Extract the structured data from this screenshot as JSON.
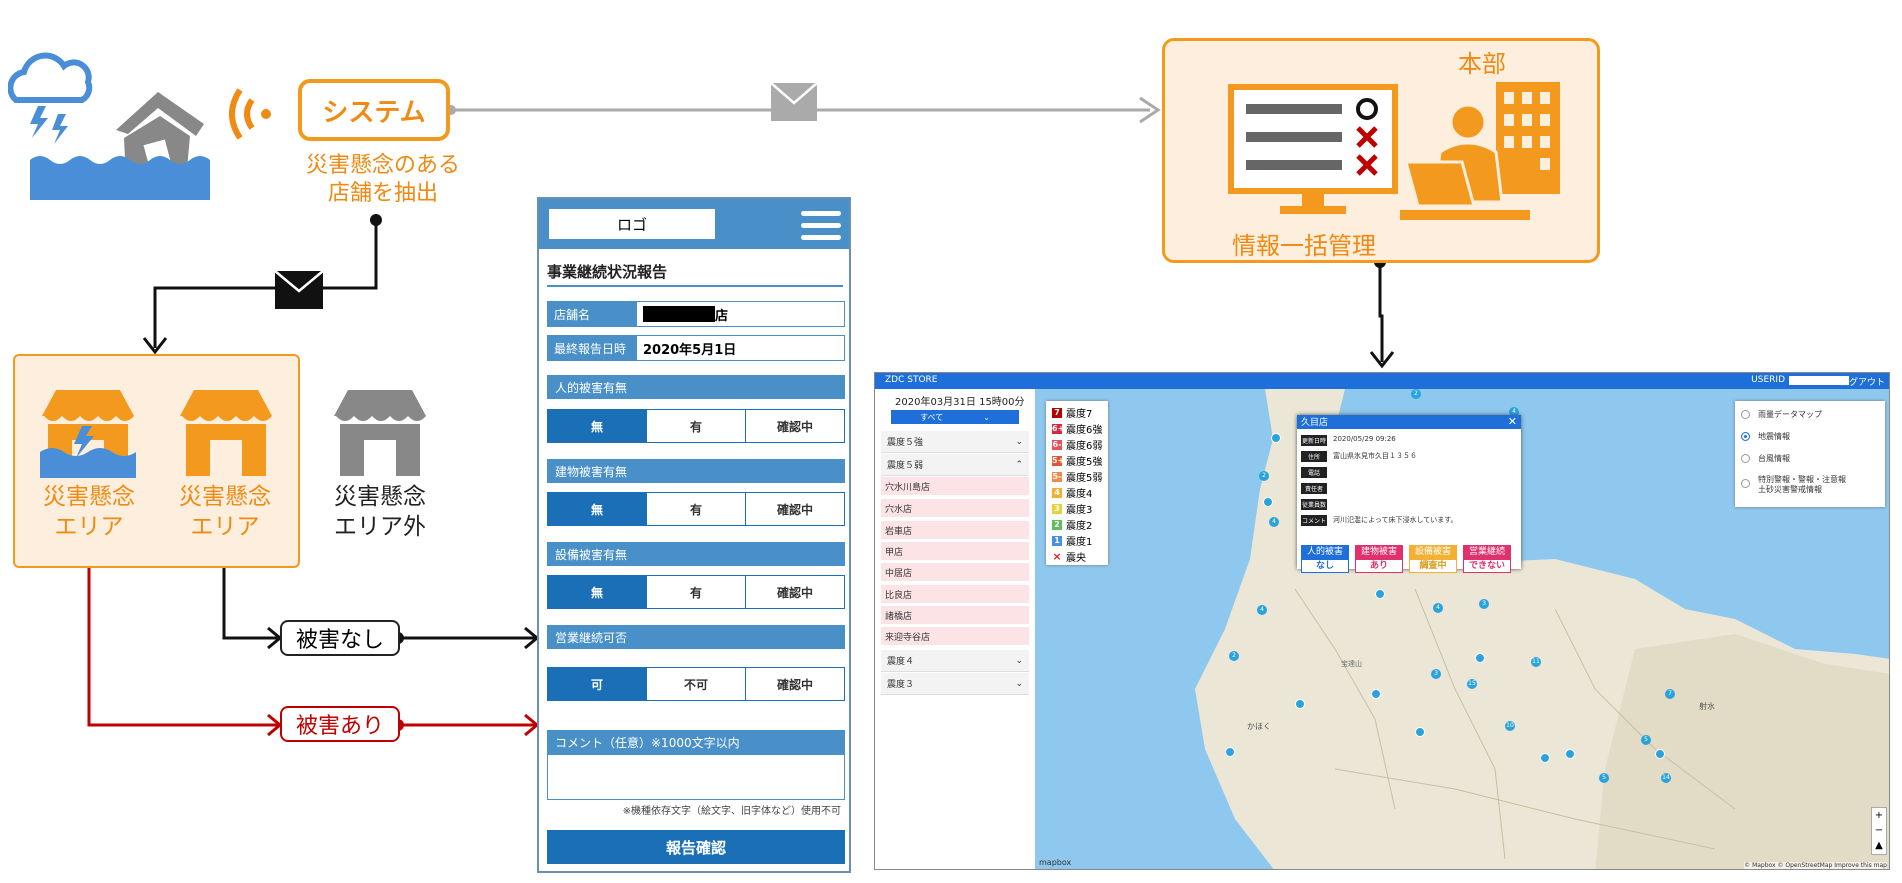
{
  "system": {
    "label": "システム",
    "caption1": "災害懸念のある",
    "caption2": "店舗を抽出"
  },
  "hq": {
    "title": "本部",
    "caption": "情報一括管理"
  },
  "areas": {
    "a1_line1": "災害懸念",
    "a1_line2": "エリア",
    "a2_line1": "災害懸念",
    "a2_line2": "エリア",
    "a3_line1": "災害懸念",
    "a3_line2": "エリア外"
  },
  "flows": {
    "no_damage": "被害なし",
    "damage": "被害あり"
  },
  "colors": {
    "orange": "#f39a1e",
    "blue": "#4a90c8",
    "red": "#c00000"
  },
  "phone": {
    "logo": "ロゴ",
    "title": "事業継続状況報告",
    "store_label": "店舗名",
    "store_suffix": "店",
    "last_label": "最終報告日時",
    "last_value": "2020年5月1日",
    "sections": [
      {
        "label": "人的被害有無",
        "options": [
          "無",
          "有",
          "確認中"
        ]
      },
      {
        "label": "建物被害有無",
        "options": [
          "無",
          "有",
          "確認中"
        ]
      },
      {
        "label": "設備被害有無",
        "options": [
          "無",
          "有",
          "確認中"
        ]
      },
      {
        "label": "営業継続可否",
        "options": [
          "可",
          "不可",
          "確認中"
        ]
      }
    ],
    "comment_label": "コメント（任意）※1000文字以内",
    "note": "※機種依存文字（絵文字、旧字体など）使用不可",
    "submit": "報告確認"
  },
  "map": {
    "brand": "ZDC STORE",
    "userid_label": "USERID",
    "logout": "ログアウト",
    "datetime": "2020年03月31日 15時00分",
    "filter": "すべて",
    "groups": [
      "震度５強",
      "震度５弱",
      "震度４",
      "震度３"
    ],
    "shops": [
      "穴水川島店",
      "穴水店",
      "岩車店",
      "甲店",
      "中居店",
      "比良店",
      "諸橋店",
      "来迎寺谷店"
    ],
    "legend": [
      {
        "code": "7",
        "label": "震度7",
        "color": "#b30000"
      },
      {
        "code": "6+",
        "label": "震度6強",
        "color": "#d7263d"
      },
      {
        "code": "6-",
        "label": "震度6弱",
        "color": "#e8505b"
      },
      {
        "code": "5+",
        "label": "震度5強",
        "color": "#e4572e"
      },
      {
        "code": "5-",
        "label": "震度5弱",
        "color": "#f08a4b"
      },
      {
        "code": "4",
        "label": "震度4",
        "color": "#f2b134"
      },
      {
        "code": "3",
        "label": "震度3",
        "color": "#e6d23b"
      },
      {
        "code": "2",
        "label": "震度2",
        "color": "#5bbf5f"
      },
      {
        "code": "1",
        "label": "震度1",
        "color": "#4a90e2"
      },
      {
        "code": "×",
        "label": "震央",
        "color": "#e02020"
      }
    ],
    "popup": {
      "title": "久目店",
      "rows": [
        {
          "k": "更新日時",
          "v": "2020/05/29 09:26"
        },
        {
          "k": "住所",
          "v": "富山県氷見市久目１３５６"
        },
        {
          "k": "電話",
          "v": ""
        },
        {
          "k": "責任者",
          "v": ""
        },
        {
          "k": "従業員数",
          "v": ""
        },
        {
          "k": "コメント",
          "v": "河川氾濫によって床下浸水しています。"
        }
      ],
      "buttons": [
        {
          "top": "人的被害",
          "bottom": "なし",
          "color": "#1e6fd9"
        },
        {
          "top": "建物被害",
          "bottom": "あり",
          "color": "#e0306e"
        },
        {
          "top": "設備被害",
          "bottom": "調査中",
          "color": "#f2b134"
        },
        {
          "top": "営業継続",
          "bottom": "できない",
          "color": "#e0306e"
        }
      ]
    },
    "layers": [
      "雨量データマップ",
      "地震情報",
      "台風情報",
      "特別警報・警報・注意報",
      "土砂災害警戒情報"
    ],
    "places": [
      "かほく",
      "射水",
      "宝達山"
    ],
    "attribution": "© Mapbox © OpenStreetMap Improve this map",
    "mapbox": "mapbox"
  }
}
